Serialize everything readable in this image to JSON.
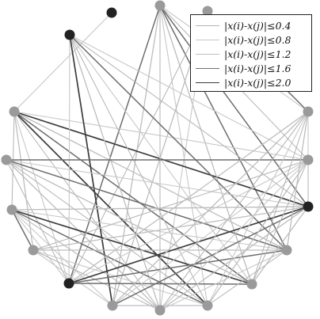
{
  "graph": {
    "nodes": [
      {
        "id": 0,
        "color": "#999999"
      },
      {
        "id": 1,
        "color": "#999999"
      },
      {
        "id": 2,
        "color": "#999999"
      },
      {
        "id": 3,
        "color": "#999999"
      },
      {
        "id": 4,
        "color": "#222222"
      },
      {
        "id": 5,
        "color": "#999999"
      },
      {
        "id": 6,
        "color": "#999999"
      },
      {
        "id": 7,
        "color": "#999999"
      },
      {
        "id": 8,
        "color": "#999999"
      },
      {
        "id": 9,
        "color": "#222222"
      },
      {
        "id": 10,
        "color": "#999999"
      },
      {
        "id": 11,
        "color": "#999999"
      },
      {
        "id": 12,
        "color": "#999999"
      },
      {
        "id": 13,
        "color": "#999999"
      },
      {
        "id": 14,
        "color": "#999999"
      },
      {
        "id": 15,
        "color": "#999999"
      },
      {
        "id": 16,
        "color": "#222222"
      },
      {
        "id": 17,
        "color": "#222222"
      }
    ],
    "edges": [
      [
        0,
        12,
        4
      ],
      [
        0,
        13,
        4
      ],
      [
        0,
        10,
        2
      ],
      [
        0,
        9,
        1
      ],
      [
        0,
        11,
        3
      ],
      [
        0,
        14,
        1
      ],
      [
        0,
        8,
        3
      ],
      [
        0,
        15,
        2
      ],
      [
        0,
        7,
        4
      ],
      [
        1,
        8,
        3
      ],
      [
        1,
        9,
        2
      ],
      [
        1,
        7,
        1
      ],
      [
        1,
        15,
        4
      ],
      [
        2,
        13,
        5
      ],
      [
        2,
        14,
        2
      ],
      [
        2,
        12,
        3
      ],
      [
        2,
        11,
        4
      ],
      [
        2,
        10,
        5
      ],
      [
        2,
        9,
        1
      ],
      [
        2,
        16,
        2
      ],
      [
        2,
        6,
        3
      ],
      [
        2,
        5,
        1
      ],
      [
        2,
        7,
        2
      ],
      [
        3,
        10,
        1
      ],
      [
        3,
        12,
        4
      ],
      [
        3,
        11,
        2
      ],
      [
        3,
        13,
        1
      ],
      [
        3,
        9,
        3
      ],
      [
        3,
        8,
        5
      ],
      [
        3,
        7,
        2
      ],
      [
        3,
        14,
        2
      ],
      [
        4,
        12,
        4
      ],
      [
        4,
        11,
        3
      ],
      [
        4,
        10,
        1
      ],
      [
        4,
        13,
        2
      ],
      [
        4,
        14,
        4
      ],
      [
        4,
        7,
        1
      ],
      [
        4,
        9,
        3
      ],
      [
        5,
        12,
        2
      ],
      [
        5,
        13,
        3
      ],
      [
        5,
        11,
        5
      ],
      [
        5,
        9,
        1
      ],
      [
        5,
        10,
        4
      ],
      [
        5,
        6,
        4
      ],
      [
        5,
        7,
        2
      ],
      [
        5,
        8,
        2
      ],
      [
        6,
        12,
        3
      ],
      [
        6,
        14,
        1
      ],
      [
        6,
        13,
        3
      ],
      [
        6,
        10,
        2
      ],
      [
        6,
        9,
        1
      ],
      [
        6,
        8,
        2
      ],
      [
        7,
        13,
        5
      ],
      [
        7,
        12,
        4
      ],
      [
        7,
        14,
        2
      ],
      [
        7,
        15,
        3
      ],
      [
        7,
        11,
        4
      ],
      [
        8,
        14,
        2
      ],
      [
        8,
        13,
        4
      ],
      [
        8,
        15,
        3
      ],
      [
        8,
        10,
        3
      ],
      [
        9,
        14,
        2
      ],
      [
        9,
        13,
        3
      ],
      [
        9,
        15,
        1
      ],
      [
        9,
        12,
        2
      ],
      [
        10,
        14,
        3
      ],
      [
        10,
        15,
        2
      ],
      [
        10,
        12,
        1
      ],
      [
        11,
        14,
        1
      ],
      [
        11,
        15,
        1
      ],
      [
        11,
        13,
        3
      ],
      [
        12,
        15,
        3
      ],
      [
        13,
        15,
        1
      ],
      [
        14,
        15,
        2
      ]
    ]
  },
  "legend": {
    "items": [
      {
        "label": "|x(i)-x(j)|≤0.4",
        "color": "#b3b3b3",
        "weight": 1
      },
      {
        "label": "|x(i)-x(j)|≤0.8",
        "color": "#c8c8c8",
        "weight": 2
      },
      {
        "label": "|x(i)-x(j)|≤1.2",
        "color": "#bdbdbd",
        "weight": 3
      },
      {
        "label": "|x(i)-x(j)|≤1.6",
        "color": "#6e6e6e",
        "weight": 4
      },
      {
        "label": "|x(i)-x(j)|≤2.0",
        "color": "#3c3c3c",
        "weight": 5
      }
    ]
  }
}
